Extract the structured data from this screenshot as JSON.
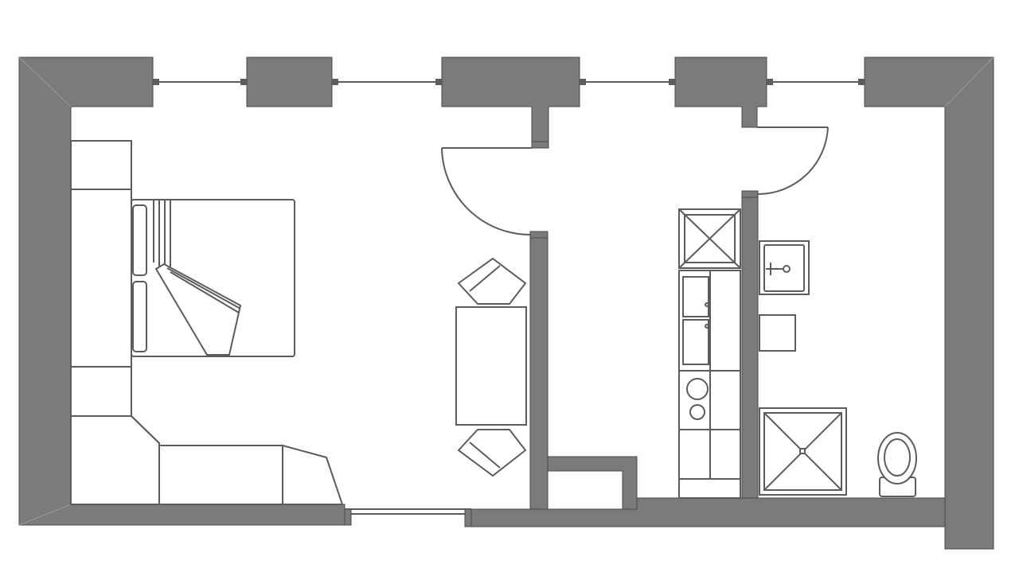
{
  "colors": {
    "wall": "#7b7b7b",
    "line": "#5c5c5c",
    "furniture": "#ffffff",
    "background": "#ffffff"
  },
  "elements": {
    "rooms": [
      "bedroom-living-area",
      "hall-kitchen-area",
      "bathroom"
    ],
    "furniture": [
      "double-bed",
      "wardrobe",
      "corner-sofa",
      "dining-table",
      "dining-chairs",
      "kitchen-counter",
      "stove",
      "fridge",
      "washbasin",
      "shower-tray",
      "toilet"
    ],
    "openings": [
      "windows",
      "interior-doors",
      "entrance"
    ]
  }
}
